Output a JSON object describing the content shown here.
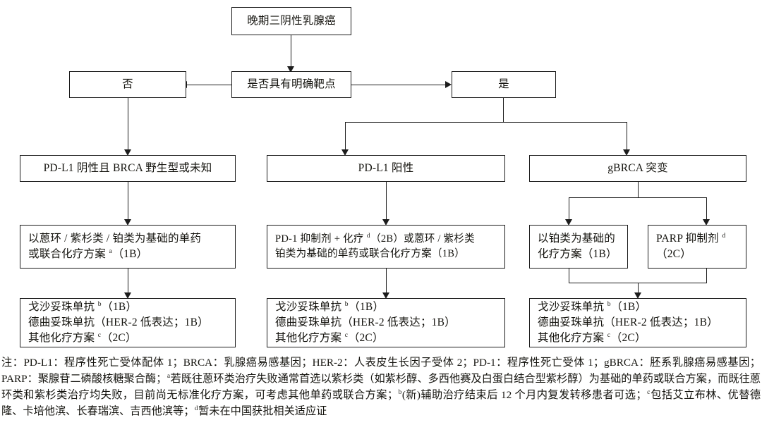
{
  "diagram": {
    "title_node": {
      "label": "晚期三阴性乳腺癌"
    },
    "decision": {
      "label": "是否具有明确靶点"
    },
    "branch_no": {
      "label": "否"
    },
    "branch_yes": {
      "label": "是"
    },
    "strata": [
      {
        "id": "pdl1-negative",
        "label": "PD-L1 阴性且 BRCA 野生型或未知"
      },
      {
        "id": "pdl1-positive",
        "label": "PD-L1 阳性"
      },
      {
        "id": "gbrca-mutation",
        "label": "gBRCA 突变"
      }
    ],
    "first_line": [
      {
        "id": "first-line-left",
        "lines": [
          "以蒽环 / 紫杉类 / 铂类为基础的单药",
          "或联合化疗方案 <sup>a</sup>（1B）"
        ]
      },
      {
        "id": "first-line-middle",
        "lines": [
          "PD-1 抑制剂 + 化疗 <sup>d</sup>（2B）或蒽环 / 紫杉类",
          "铂类为基础的单药或联合化疗方案（1B）"
        ]
      },
      {
        "id": "first-line-right-platinum",
        "lines": [
          "以铂类为基础的",
          "化疗方案（1B）"
        ]
      },
      {
        "id": "first-line-right-parp",
        "lines": [
          "PARP 抑制剂 <sup>d</sup>",
          "（2C）"
        ]
      }
    ],
    "subsequent_line": [
      {
        "id": "subsequent-left",
        "lines": [
          "戈沙妥珠单抗 <sup>b</sup>（1B）",
          "德曲妥珠单抗（HER-2 低表达；1B）",
          "其他化疗方案 <sup>c</sup>（2C）"
        ]
      },
      {
        "id": "subsequent-middle",
        "lines": [
          "戈沙妥珠单抗 <sup>b</sup>（1B）",
          "德曲妥珠单抗（HER-2 低表达；1B）",
          "其他化疗方案 <sup>c</sup>（2C）"
        ]
      },
      {
        "id": "subsequent-right",
        "lines": [
          "戈沙妥珠单抗 <sup>b</sup>（1B）",
          "德曲妥珠单抗（HER-2 低表达；1B）",
          "其他化疗方案 <sup>c</sup>（2C）"
        ]
      }
    ]
  },
  "notes": {
    "text": "注：PD-L1：程序性死亡受体配体 1；BRCA：乳腺癌易感基因；HER-2：人表皮生长因子受体 2；PD-1：程序性死亡受体 1；gBRCA：胚系乳腺癌易感基因；PARP：聚腺苷二磷酸核糖聚合酶；<sup>a</sup>若既往蒽环类治疗失败通常首选以紫杉类（如紫杉醇、多西他赛及白蛋白结合型紫杉醇）为基础的单药或联合方案，而既往蒽环类和紫杉类治疗均失败，目前尚无标准化疗方案，可考虑其他单药或联合方案；<sup>b</sup>(新)辅助治疗结束后 12 个月内复发转移患者可选；<sup>c</sup>包括艾立布林、优替德隆、卡培他滨、长春瑞滨、吉西他滨等；<sup>d</sup>暂未在中国获批相关适应证"
  }
}
